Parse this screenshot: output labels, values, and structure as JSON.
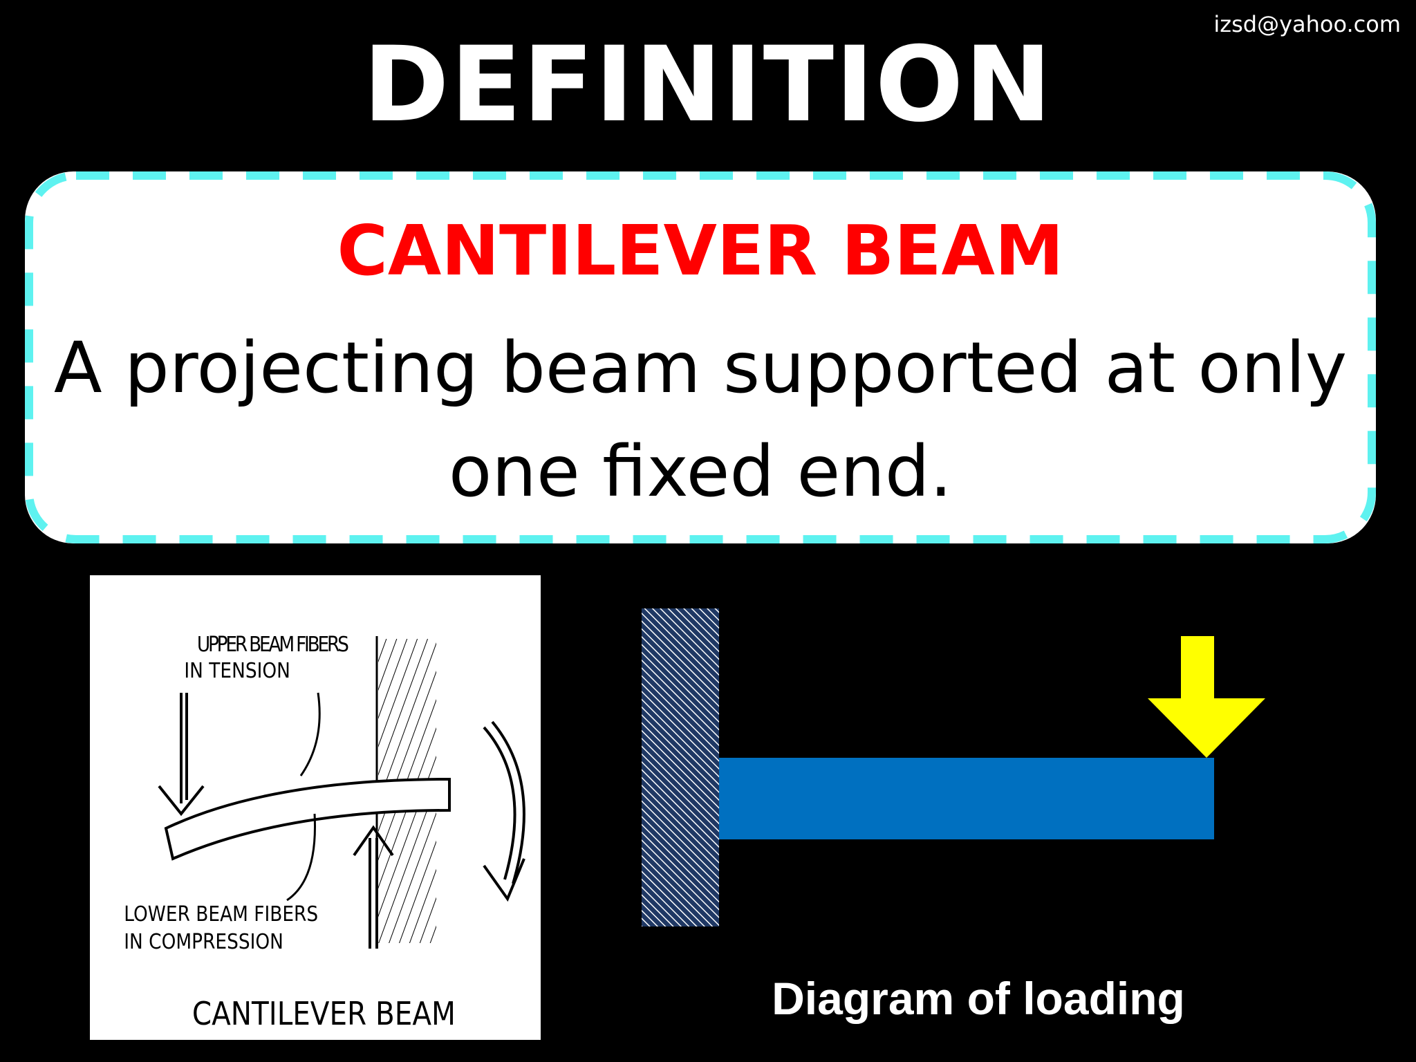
{
  "slide": {
    "email": "izsd@yahoo.com",
    "title": "DEFINITION",
    "definition": {
      "term": "CANTILEVER BEAM",
      "text": "A projecting beam supported at only one fixed end.",
      "border_color": "#5ef2f0",
      "term_color": "#ff0000"
    }
  },
  "sketch": {
    "upper_label_1": "UPPER BEAM FIBERS",
    "upper_label_2": "IN TENSION",
    "lower_label_1": "LOWER BEAM FIBERS",
    "lower_label_2": "IN COMPRESSION",
    "caption": "CANTILEVER BEAM"
  },
  "loading_diagram": {
    "caption": "Diagram of loading",
    "beam_color": "#0070c0",
    "load_arrow_color": "#ffff00",
    "wall_pattern": "hatched"
  }
}
